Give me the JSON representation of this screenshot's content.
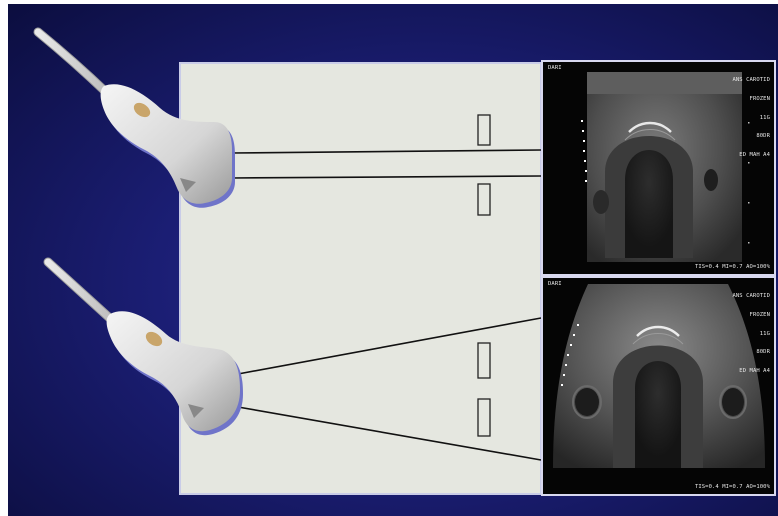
{
  "scans": [
    {
      "tag": "DARI",
      "info": [
        "ANS CAROTID",
        "FROZEN",
        "11G",
        "80DR",
        "ED MAH A4"
      ],
      "footer": "TIS=0.4 MI=0.7 AO=100%"
    },
    {
      "tag": "DARI",
      "info": [
        "ANS CAROTID",
        "FROZEN",
        "11G",
        "80DR",
        "ED MAH A4"
      ],
      "footer": "TIS=0.4 MI=0.7 AO=100%"
    }
  ],
  "colors": {
    "background": "#1b1e74",
    "panel": "#e3e6df",
    "probe": "#dcdcdc",
    "line": "#111111"
  },
  "icons": [
    "linear-probe-icon",
    "curved-probe-icon"
  ]
}
